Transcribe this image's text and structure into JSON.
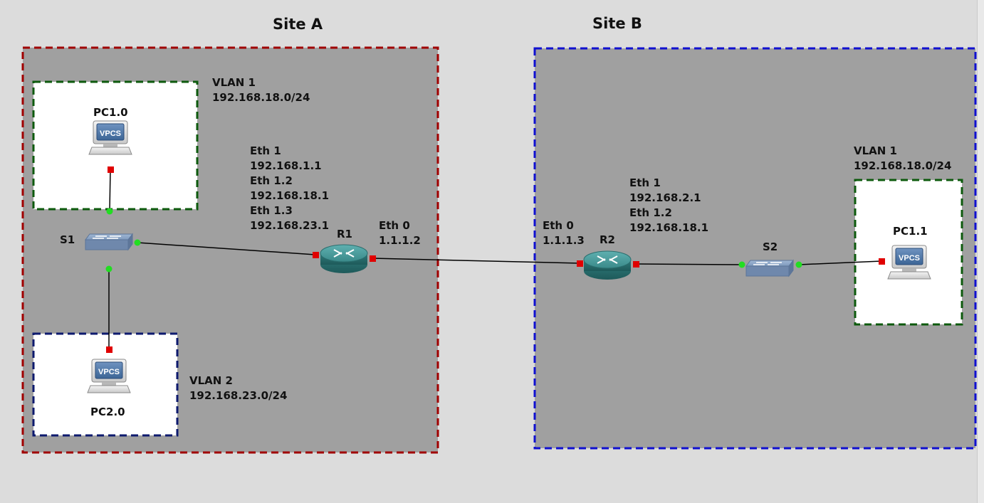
{
  "sites": [
    {
      "id": "site-a",
      "title": "Site A"
    },
    {
      "id": "site-b",
      "title": "Site B"
    }
  ],
  "colors": {
    "site_a_border": "#a00000",
    "site_b_border": "#1010d0",
    "vlan1_border": "#0d5a0d",
    "vlan2_border": "#0d1a6e",
    "site_fill": "#a0a0a0",
    "port_down": "#e00000",
    "port_up": "#22dd22"
  },
  "vlans": {
    "a_vlan1": {
      "name": "VLAN 1",
      "subnet": "192.168.18.0/24"
    },
    "a_vlan2": {
      "name": "VLAN 2",
      "subnet": "192.168.23.0/24"
    },
    "b_vlan1": {
      "name": "VLAN 1",
      "subnet": "192.168.18.0/24"
    }
  },
  "devices": {
    "pc10": {
      "name": "PC1.0",
      "type": "vpcs",
      "icon_text": "VPCS"
    },
    "pc20": {
      "name": "PC2.0",
      "type": "vpcs",
      "icon_text": "VPCS"
    },
    "pc11": {
      "name": "PC1.1",
      "type": "vpcs",
      "icon_text": "VPCS"
    },
    "s1": {
      "name": "S1",
      "type": "switch"
    },
    "s2": {
      "name": "S2",
      "type": "switch"
    },
    "r1": {
      "name": "R1",
      "type": "router"
    },
    "r2": {
      "name": "R2",
      "type": "router"
    }
  },
  "interfaces": {
    "r1_inside": [
      "Eth 1",
      "192.168.1.1",
      "Eth 1.2",
      "192.168.18.1",
      "Eth 1.3",
      "192.168.23.1"
    ],
    "r1_outside": [
      "Eth 0",
      "1.1.1.2"
    ],
    "r2_outside": [
      "Eth 0",
      "1.1.1.3"
    ],
    "r2_inside": [
      "Eth 1",
      "192.168.2.1",
      "Eth 1.2",
      "192.168.18.1"
    ]
  },
  "links": [
    {
      "from": "pc10",
      "to": "s1",
      "status": [
        "down",
        "up"
      ]
    },
    {
      "from": "s1",
      "to": "pc20",
      "status": [
        "up",
        "down"
      ]
    },
    {
      "from": "s1",
      "to": "r1",
      "status": [
        "up",
        "down"
      ]
    },
    {
      "from": "r1",
      "to": "r2",
      "status": [
        "down",
        "down"
      ]
    },
    {
      "from": "r2",
      "to": "s2",
      "status": [
        "down",
        "up"
      ]
    },
    {
      "from": "s2",
      "to": "pc11",
      "status": [
        "up",
        "down"
      ]
    }
  ]
}
